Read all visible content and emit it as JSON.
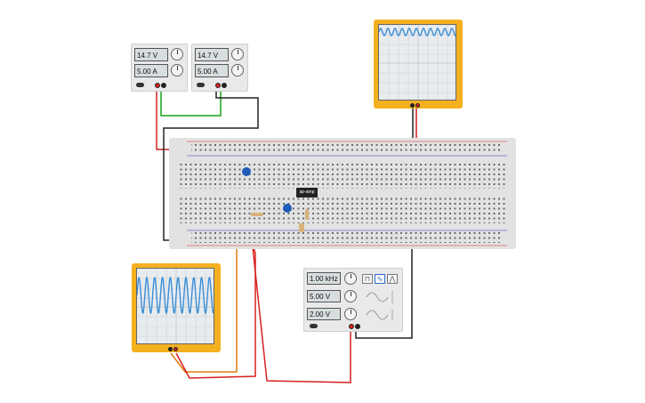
{
  "psu_left": {
    "voltage": "14.7 V",
    "current": "5.00 A"
  },
  "psu_right": {
    "voltage": "14.7 V",
    "current": "5.00 A"
  },
  "function_generator": {
    "frequency": "1.00 kHz",
    "amplitude": "5.00 V",
    "offset": "2.00 V",
    "selected_waveform": "sine"
  },
  "ic_chip": {
    "label": "ap-amp"
  },
  "colors": {
    "scope_frame": "#f5b020",
    "waveform": "#3a8ed8",
    "wire_red": "#d62020",
    "wire_black": "#222222",
    "wire_green": "#19a019",
    "wire_orange": "#e07a10",
    "breadboard": "#e2e2e2"
  },
  "icons": [
    "knob-icon",
    "square-wave-icon",
    "sine-wave-icon",
    "triangle-wave-icon"
  ]
}
